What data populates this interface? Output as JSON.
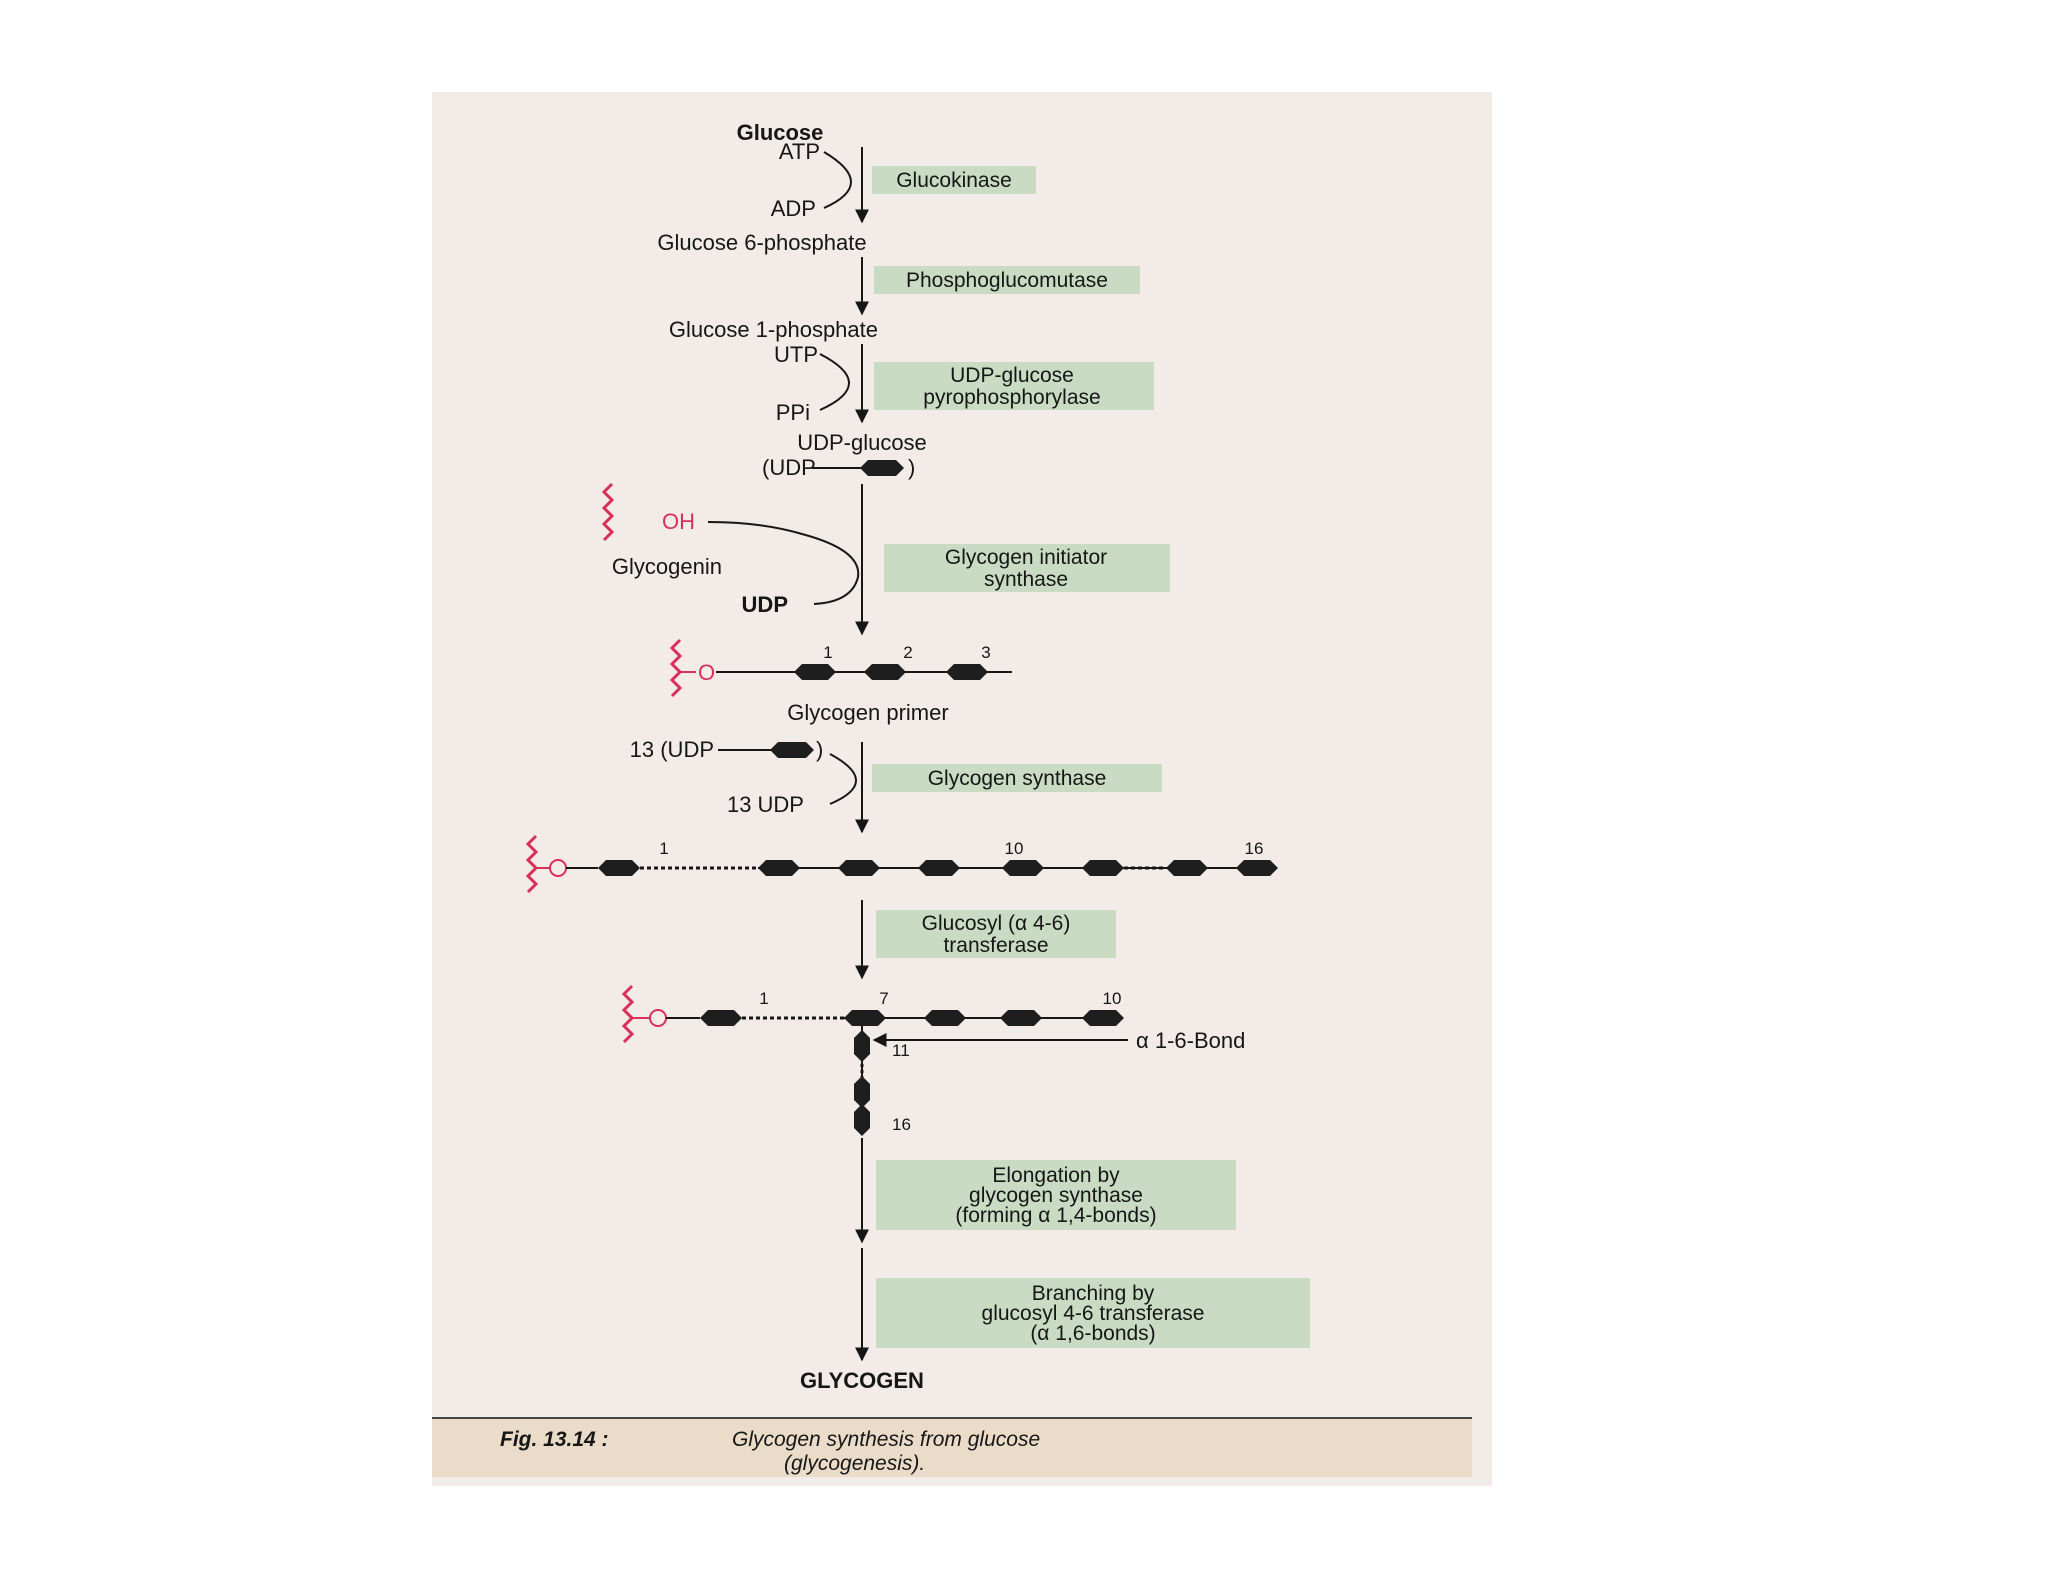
{
  "molecules": {
    "glucose": "Glucose",
    "atp": "ATP",
    "adp": "ADP",
    "g6p": "Glucose 6-phosphate",
    "g1p": "Glucose 1-phosphate",
    "utp": "UTP",
    "ppi": "PPi",
    "udp_glucose": "UDP-glucose",
    "udp_glucose_paren_open": "(UDP",
    "udp_glucose_paren_close": ")",
    "oh": "OH",
    "glycogenin": "Glycogenin",
    "udp": "UDP",
    "o": "O",
    "glycogen_primer": "Glycogen primer",
    "udp13_open": "13 (UDP",
    "udp13_close": ")",
    "udp13": "13 UDP",
    "bond_label": "α 1-6-Bond",
    "glycogen": "GLYCOGEN"
  },
  "enzymes": {
    "glucokinase": "Glucokinase",
    "phosphoglucomutase": "Phosphoglucomutase",
    "udpg_line1": "UDP-glucose",
    "udpg_line2": "pyrophosphorylase",
    "initiator_line1": "Glycogen initiator",
    "initiator_line2": "synthase",
    "glycogen_synthase": "Glycogen synthase",
    "transferase_line1": "Glucosyl (α 4-6)",
    "transferase_line2": "transferase",
    "elongation_line1": "Elongation by",
    "elongation_line2": "glycogen synthase",
    "elongation_line3": "(forming α 1,4-bonds)",
    "branching_line1": "Branching by",
    "branching_line2": "glucosyl 4-6 transferase",
    "branching_line3": "(α 1,6-bonds)"
  },
  "chain_labels": {
    "primer": [
      "1",
      "2",
      "3"
    ],
    "elongated": [
      "1",
      "10",
      "16"
    ],
    "branched_main": [
      "1",
      "7",
      "10"
    ],
    "branched_side": [
      "11",
      "16"
    ]
  },
  "caption": {
    "label": "Fig. 13.14 :",
    "text_line1": "Glycogen synthesis from glucose",
    "text_line2": "(glycogenesis)."
  },
  "colors": {
    "glycogenin": "#d8305a",
    "enzyme_box": "#c9dcc3",
    "glucose_unit": "#1e1e1e",
    "caption_band": "#eadcc8"
  }
}
